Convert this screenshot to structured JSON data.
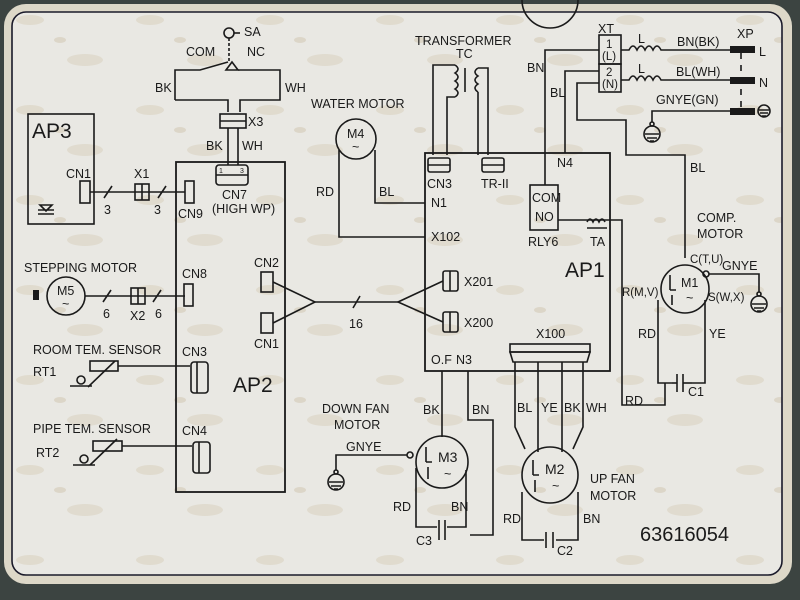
{
  "diagram": {
    "type": "wiring-diagram",
    "part_number": "63616054",
    "colors": {
      "background": "#3c4441",
      "sheet": "#ecebe6",
      "sheet_edge": "#ddd8c8",
      "ink": "#1a1a1a"
    },
    "boards": {
      "ap1": "AP1",
      "ap2": "AP2",
      "ap3": "AP3"
    },
    "switch": {
      "name": "SA",
      "com": "COM",
      "nc": "NC",
      "left_wire": "BK",
      "right_wire": "WH",
      "connector": "X3",
      "lower_left": "BK",
      "lower_right": "WH",
      "cn7": "CN7",
      "cn7_note": "(HIGH WP)",
      "pin1": "1",
      "pin3": "3"
    },
    "ap3": {
      "cn1": "CN1",
      "x1": "X1",
      "count_a": "3",
      "count_b": "3",
      "cn9": "CN9"
    },
    "stepping_motor": {
      "title": "STEPPING MOTOR",
      "name": "M5",
      "symbol": "~",
      "count_a": "6",
      "count_b": "6",
      "x2": "X2",
      "cn8": "CN8"
    },
    "room_sensor": {
      "title": "ROOM TEM. SENSOR",
      "name": "RT1",
      "connector": "CN3"
    },
    "pipe_sensor": {
      "title": "PIPE TEM. SENSOR",
      "name": "RT2",
      "connector": "CN4"
    },
    "ap2_links": {
      "cn2": "CN2",
      "cn1": "CN1",
      "bus_count": "16",
      "x201": "X201",
      "x200": "X200"
    },
    "water_motor": {
      "title": "WATER MOTOR",
      "name": "M4",
      "symbol": "~",
      "wire_rd": "RD",
      "wire_bl": "BL",
      "n1": "N1",
      "x102": "X102"
    },
    "transformer": {
      "title": "TRANSFORMER",
      "name": "TC",
      "cn3": "CN3",
      "tr2": "TR-II"
    },
    "power": {
      "xt": "XT",
      "t1": "1",
      "t1l": "(L)",
      "t2": "2",
      "t2n": "(N)",
      "choke_l": "L",
      "bn_bk": "BN(BK)",
      "bl_wh": "BL(WH)",
      "gnye_gn": "GNYE(GN)",
      "xp": "XP",
      "l": "L",
      "n": "N",
      "bn": "BN",
      "bl": "BL",
      "n4": "N4",
      "bl_comp": "BL"
    },
    "relay": {
      "com": "COM",
      "no": "NO",
      "name": "RLY6",
      "ta": "TA"
    },
    "comp_motor": {
      "title_1": "COMP.",
      "title_2": "MOTOR",
      "name": "M1",
      "symbol": "~",
      "c": "C(T,U)",
      "r": "R(M,V)",
      "s": "S(W,X)",
      "gnye": "GNYE",
      "rd": "RD",
      "ye": "YE",
      "cap": "C1",
      "rd_bottom": "RD"
    },
    "up_fan": {
      "connector": "X100",
      "wires": [
        "BL",
        "YE",
        "BK",
        "WH"
      ],
      "name": "M2",
      "symbol": "~",
      "title_1": "UP FAN",
      "title_2": "MOTOR",
      "rd": "RD",
      "bn": "BN",
      "cap": "C2"
    },
    "down_fan": {
      "title_1": "DOWN FAN",
      "title_2": "MOTOR",
      "of": "O.F",
      "n3": "N3",
      "bk": "BK",
      "bn": "BN",
      "gnye": "GNYE",
      "name": "M3",
      "symbol": "~",
      "rd": "RD",
      "bn_low": "BN",
      "cap": "C3"
    }
  }
}
